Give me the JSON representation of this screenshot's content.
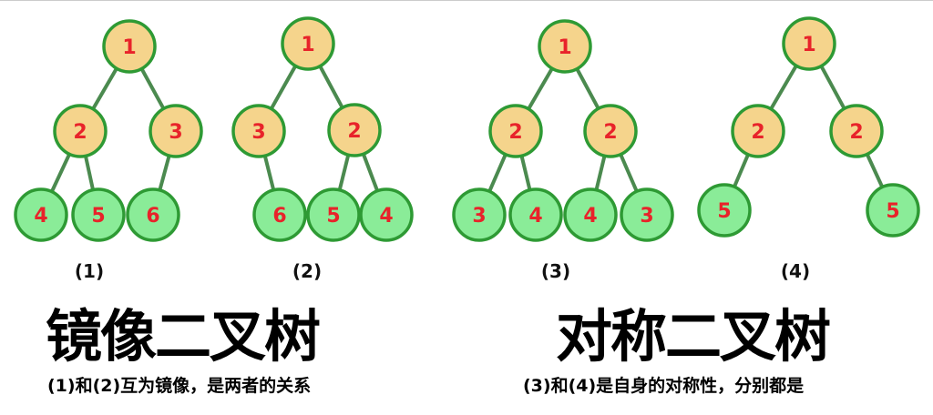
{
  "trees": [
    {
      "label": "(1)",
      "nodes": [
        {
          "id": "a",
          "value": "1",
          "level": 0
        },
        {
          "id": "b",
          "value": "2",
          "level": 1,
          "parent": "a"
        },
        {
          "id": "c",
          "value": "3",
          "level": 1,
          "parent": "a"
        },
        {
          "id": "d",
          "value": "4",
          "level": 2,
          "parent": "b"
        },
        {
          "id": "e",
          "value": "5",
          "level": 2,
          "parent": "b"
        },
        {
          "id": "f",
          "value": "6",
          "level": 2,
          "parent": "c"
        }
      ]
    },
    {
      "label": "(2)",
      "nodes": [
        {
          "id": "a",
          "value": "1",
          "level": 0
        },
        {
          "id": "b",
          "value": "3",
          "level": 1,
          "parent": "a"
        },
        {
          "id": "c",
          "value": "2",
          "level": 1,
          "parent": "a"
        },
        {
          "id": "d",
          "value": "6",
          "level": 2,
          "parent": "b"
        },
        {
          "id": "e",
          "value": "5",
          "level": 2,
          "parent": "c"
        },
        {
          "id": "f",
          "value": "4",
          "level": 2,
          "parent": "c"
        }
      ]
    },
    {
      "label": "(3)",
      "nodes": [
        {
          "id": "a",
          "value": "1",
          "level": 0
        },
        {
          "id": "b",
          "value": "2",
          "level": 1,
          "parent": "a"
        },
        {
          "id": "c",
          "value": "2",
          "level": 1,
          "parent": "a"
        },
        {
          "id": "d",
          "value": "3",
          "level": 2,
          "parent": "b"
        },
        {
          "id": "e",
          "value": "4",
          "level": 2,
          "parent": "b"
        },
        {
          "id": "f",
          "value": "4",
          "level": 2,
          "parent": "c"
        },
        {
          "id": "g",
          "value": "3",
          "level": 2,
          "parent": "c"
        }
      ]
    },
    {
      "label": "(4)",
      "nodes": [
        {
          "id": "a",
          "value": "1",
          "level": 0
        },
        {
          "id": "b",
          "value": "2",
          "level": 1,
          "parent": "a"
        },
        {
          "id": "c",
          "value": "2",
          "level": 1,
          "parent": "a"
        },
        {
          "id": "d",
          "value": "5",
          "level": 2,
          "parent": "b"
        },
        {
          "id": "e",
          "value": "5",
          "level": 2,
          "parent": "c"
        }
      ]
    }
  ],
  "left": {
    "title": "镜像二叉树",
    "caption": "(1)和(2)互为镜像，是两者的关系"
  },
  "right": {
    "title": "对称二叉树",
    "caption": "(3)和(4)是自身的对称性，分别都是"
  },
  "colors": {
    "inner_fill": "#f5d48c",
    "leaf_fill": "#8aec98",
    "stroke": "#2e9a34",
    "edge": "#4b8a4f",
    "text": "#e8232a"
  }
}
